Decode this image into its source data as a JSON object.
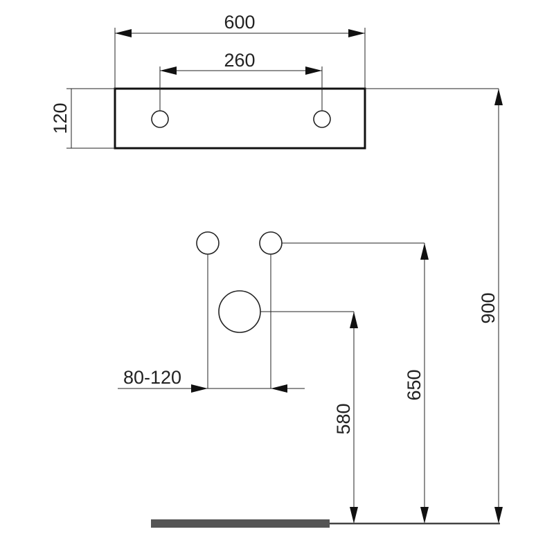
{
  "drawing": {
    "dimensions": {
      "basin_width": "600",
      "tap_hole_spacing": "260",
      "basin_depth": "120",
      "basin_height": "900",
      "supply_height": "650",
      "waste_height": "580",
      "supply_spacing": "80-120"
    },
    "colors": {
      "line": "#222222",
      "floor": "#555555",
      "background": "#ffffff"
    }
  }
}
